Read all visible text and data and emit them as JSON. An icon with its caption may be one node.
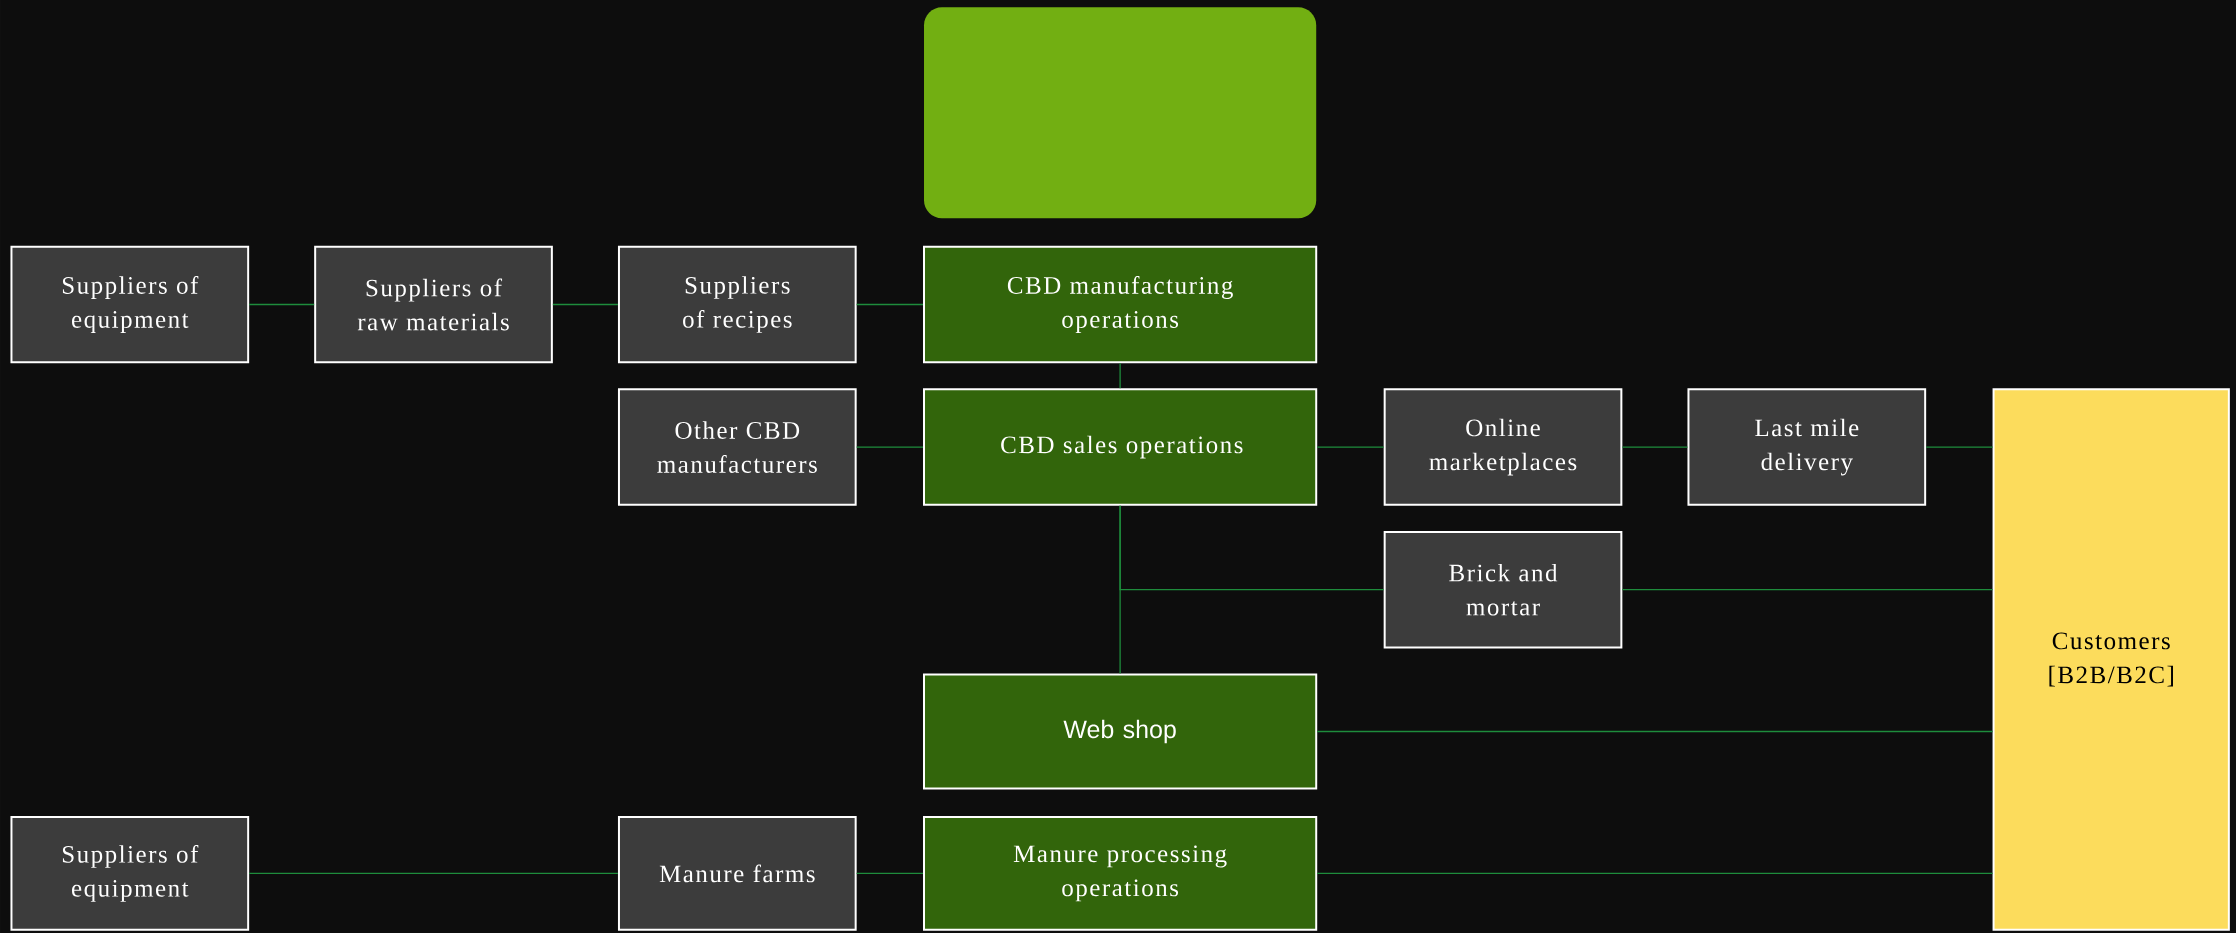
{
  "diagram": {
    "nodes": [
      {
        "text": [],
        "shape": "box"
      },
      {
        "text": [
          "Suppliers of equipment"
        ]
      },
      {
        "text": [
          "Suppliers of raw materials"
        ]
      },
      {
        "text": [
          "Suppliers of recipes"
        ]
      },
      {
        "text": [
          "CBD manufacturing operations"
        ]
      },
      {
        "text": [
          "Other CBD manufacturers"
        ]
      },
      {
        "text": [
          "CBD sales operations"
        ]
      },
      {
        "text": [
          "Online marketplaces"
        ]
      },
      {
        "text": [
          "Last mile delivery"
        ]
      },
      {
        "text": [
          "Customers [B2B/B2C]"
        ]
      },
      {
        "text": [
          "Brick and mortar"
        ]
      },
      {
        "text": [
          "Web shop"
        ]
      },
      {
        "text": [
          "Suppliers of equipment"
        ]
      },
      {
        "text": [
          "Manure farms"
        ]
      },
      {
        "text": [
          "Manure processing operations"
        ]
      }
    ],
    "edges": [
      {
        "from": 1,
        "to": 2,
        "arrow": "none"
      },
      {
        "from": 2,
        "to": 3,
        "arrow": "none"
      },
      {
        "from": 3,
        "to": 4,
        "arrow": "none"
      },
      {
        "from": 4,
        "to": 6,
        "arrow": "none"
      },
      {
        "from": 5,
        "to": 6,
        "arrow": "none"
      },
      {
        "from": 6,
        "to": 7,
        "arrow": "none"
      },
      {
        "from": 7,
        "to": 8,
        "arrow": "none"
      },
      {
        "from": 8,
        "to": 9,
        "arrow": "none"
      },
      {
        "from": 6,
        "to": 10,
        "arrow": "none"
      },
      {
        "from": 6,
        "to": 11,
        "arrow": "none"
      },
      {
        "from": 10,
        "to": 9,
        "arrow": "none"
      },
      {
        "from": 11,
        "to": 9,
        "arrow": "none"
      },
      {
        "from": 12,
        "to": 13,
        "arrow": "none"
      },
      {
        "from": 13,
        "to": 14,
        "arrow": "none"
      },
      {
        "from": 14,
        "to": 9,
        "arrow": "none"
      }
    ]
  }
}
